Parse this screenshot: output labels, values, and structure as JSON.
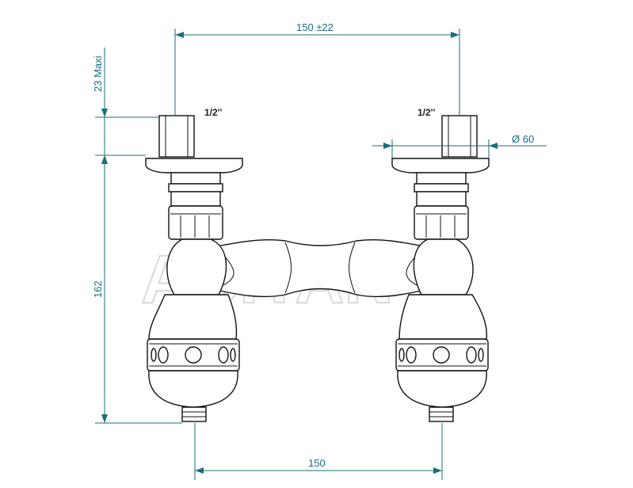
{
  "dimensions": {
    "top_spacing": "150 ±22",
    "bottom_spacing": "150",
    "height_max": "23 Maxi",
    "height_total": "162",
    "diameter": "Ø 60"
  },
  "labels": {
    "thread_left": "1/2''",
    "thread_right": "1/2''"
  },
  "watermark": "ABITANT",
  "colors": {
    "dimension": "#1a6e7a",
    "outline": "#111111",
    "watermark": "#d9d9d9"
  }
}
